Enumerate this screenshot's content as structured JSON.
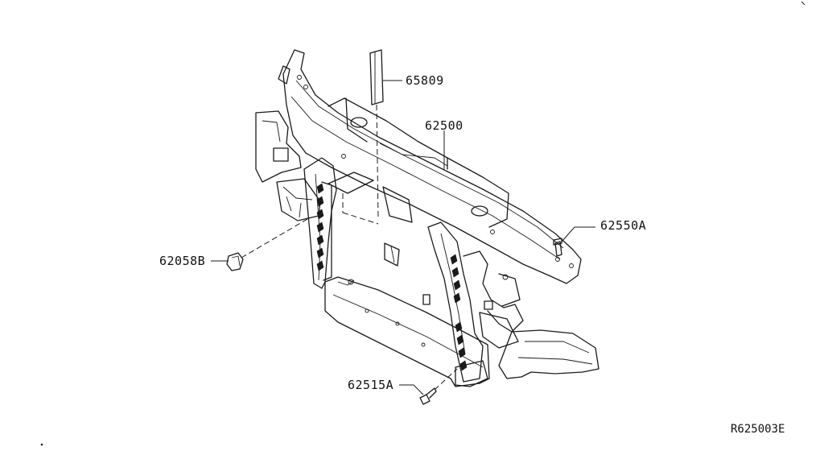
{
  "diagram_code": "R625003E",
  "parts": [
    {
      "id": "seal",
      "number": "65809"
    },
    {
      "id": "support-assembly",
      "number": "62500"
    },
    {
      "id": "bolt-right",
      "number": "62550A"
    },
    {
      "id": "clip",
      "number": "62058B"
    },
    {
      "id": "bolt-bottom",
      "number": "62515A"
    }
  ]
}
